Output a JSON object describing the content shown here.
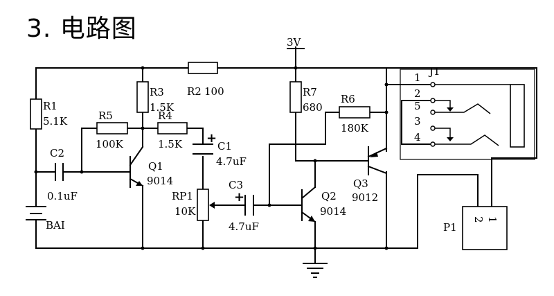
{
  "title": "3. 电路图",
  "power": {
    "label": "3V"
  },
  "resistors": {
    "r1": {
      "name": "R1",
      "value": "5.1K"
    },
    "r2": {
      "name": "R2",
      "value": "100"
    },
    "r3": {
      "name": "R3",
      "value": "1.5K"
    },
    "r4": {
      "name": "R4",
      "value": "1.5K"
    },
    "r5": {
      "name": "R5",
      "value": "100K"
    },
    "r6": {
      "name": "R6",
      "value": "180K"
    },
    "r7": {
      "name": "R7",
      "value": "680"
    },
    "rp1": {
      "name": "RP1",
      "value": "10K"
    }
  },
  "capacitors": {
    "c1": {
      "name": "C1",
      "value": "4.7uF",
      "polarity": "+"
    },
    "c2": {
      "name": "C2",
      "value": "0.1uF"
    },
    "c3": {
      "name": "C3",
      "value": "4.7uF",
      "polarity": "+"
    }
  },
  "transistors": {
    "q1": {
      "name": "Q1",
      "value": "9014"
    },
    "q2": {
      "name": "Q2",
      "value": "9014"
    },
    "q3": {
      "name": "Q3",
      "value": "9012"
    }
  },
  "battery": {
    "name": "BAI"
  },
  "jack": {
    "name": "J1",
    "pins": [
      "1",
      "2",
      "5",
      "3",
      "4"
    ]
  },
  "connector": {
    "name": "P1",
    "pins": [
      "2",
      "1"
    ]
  }
}
